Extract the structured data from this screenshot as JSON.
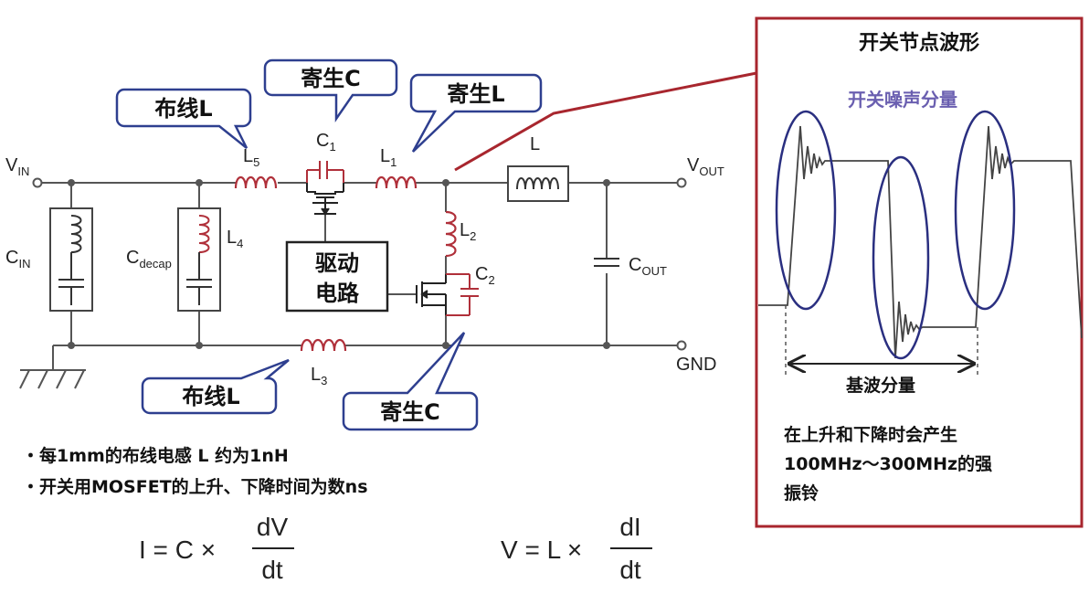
{
  "colors": {
    "wire": "#555555",
    "parasitic": "#b0303a",
    "callout_border": "#2e3f8f",
    "panel_border": "#a8262e",
    "ellipse": "#2a2f80",
    "noise_label": "#6a5fb0"
  },
  "circuit": {
    "vin": "V",
    "vin_sub": "IN",
    "vout": "V",
    "vout_sub": "OUT",
    "gnd": "GND",
    "cin": "C",
    "cin_sub": "IN",
    "cdecap": "C",
    "cdecap_sub": "decap",
    "cout": "C",
    "cout_sub": "OUT",
    "l_main": "L",
    "l1": "L",
    "l1_sub": "1",
    "l2": "L",
    "l2_sub": "2",
    "l3": "L",
    "l3_sub": "3",
    "l4": "L",
    "l4_sub": "4",
    "l5": "L",
    "l5_sub": "5",
    "c1": "C",
    "c1_sub": "1",
    "c2": "C",
    "c2_sub": "2",
    "driver_line1": "驱动",
    "driver_line2": "电路"
  },
  "callouts": {
    "wiring_l_top": "布线L",
    "parasitic_c_top": "寄生C",
    "parasitic_l": "寄生L",
    "wiring_l_bottom": "布线L",
    "parasitic_c_bottom": "寄生C"
  },
  "bullets": [
    "・每1mm的布线电感 L 约为1nH",
    "・开关用MOSFET的上升、下降时间为数ns"
  ],
  "equations": {
    "eq1_left": "I = C ×",
    "eq1_num": "dV",
    "eq1_den": "dt",
    "eq2_left": "V = L ×",
    "eq2_num": "dI",
    "eq2_den": "dt"
  },
  "panel": {
    "title": "开关节点波形",
    "noise_label": "开关噪声分量",
    "fundamental_label": "基波分量",
    "desc_line1": "在上升和下降时会产生",
    "desc_line2": "100MHz～300MHz的强",
    "desc_line3": "振铃"
  }
}
